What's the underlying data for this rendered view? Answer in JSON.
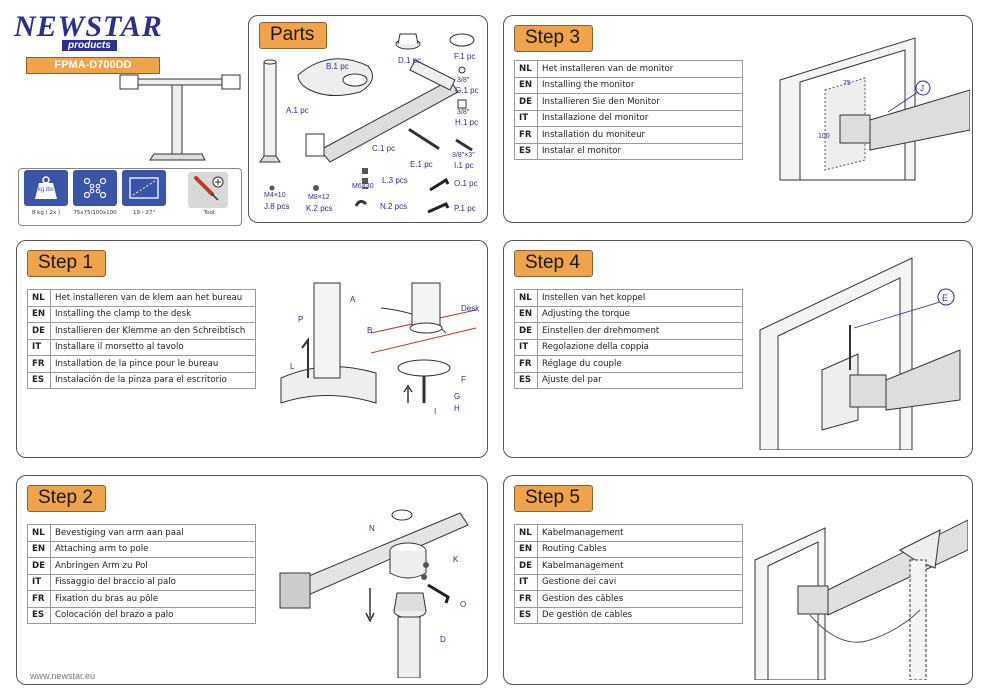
{
  "brand": {
    "name": "NEWSTAR",
    "sub": "products",
    "model": "FPMA-D700DD"
  },
  "specs": [
    {
      "icon": "weight-icon",
      "text": "kg lbs",
      "caption": "8 kg ( 2x )"
    },
    {
      "icon": "vesa-icon",
      "text": "",
      "caption": "75x75/100x100"
    },
    {
      "icon": "screen-size-icon",
      "text": "",
      "caption": "19 - 27\""
    },
    {
      "icon": "tool-icon",
      "text": "",
      "caption": "Tool"
    }
  ],
  "parts": {
    "title": "Parts",
    "items": [
      {
        "label": "A.1 pc"
      },
      {
        "label": "B.1 pc"
      },
      {
        "label": "C.1 pc"
      },
      {
        "label": "D.1 pc"
      },
      {
        "label": "E.1 pc"
      },
      {
        "label": "F.1 pc"
      },
      {
        "label": "G.1 pc",
        "size": "3/8\""
      },
      {
        "label": "H.1 pc",
        "size": "3/8\""
      },
      {
        "label": "I.1 pc",
        "size": "3/8\"×3\""
      },
      {
        "label": "J.8 pcs",
        "size": "M4×10"
      },
      {
        "label": "K.2 pcs",
        "size": "M8×12"
      },
      {
        "label": "L.3 pcs",
        "size": "M6×30"
      },
      {
        "label": "N.2 pcs"
      },
      {
        "label": "O.1 pc"
      },
      {
        "label": "P.1 pc"
      }
    ]
  },
  "steps": [
    {
      "title": "Step 1",
      "rows": [
        {
          "code": "NL",
          "text": "Het installeren van de klem aan het bureau"
        },
        {
          "code": "EN",
          "text": "Installing the clamp to the desk"
        },
        {
          "code": "DE",
          "text": "Installieren der Klemme an den Schreibtisch"
        },
        {
          "code": "IT",
          "text": "Installare il morsetto al tavolo"
        },
        {
          "code": "FR",
          "text": "Installation de la pince pour le bureau"
        },
        {
          "code": "ES",
          "text": "Instalación de la pinza para el escritorio"
        }
      ],
      "callouts": [
        "A",
        "B",
        "P",
        "L",
        "F",
        "G",
        "H",
        "I"
      ],
      "desk": "Desk"
    },
    {
      "title": "Step 2",
      "rows": [
        {
          "code": "NL",
          "text": "Bevestiging van arm aan paal"
        },
        {
          "code": "EN",
          "text": "Attaching arm to pole"
        },
        {
          "code": "DE",
          "text": "Anbringen Arm zu Pol"
        },
        {
          "code": "IT",
          "text": "Fissaggio del braccio al palo"
        },
        {
          "code": "FR",
          "text": "Fixation du bras au pôle"
        },
        {
          "code": "ES",
          "text": "Colocación del brazo a palo"
        }
      ],
      "callouts": [
        "N",
        "K",
        "O",
        "D"
      ]
    },
    {
      "title": "Step 3",
      "rows": [
        {
          "code": "NL",
          "text": "Het installeren van de monitor"
        },
        {
          "code": "EN",
          "text": "Installing the monitor"
        },
        {
          "code": "DE",
          "text": "Installieren Sie den Monitor"
        },
        {
          "code": "IT",
          "text": "Installazione del monitor"
        },
        {
          "code": "FR",
          "text": "Installation du moniteur"
        },
        {
          "code": "ES",
          "text": "Instalar el monitor"
        }
      ],
      "callouts": [
        "J"
      ],
      "dims": [
        "75",
        "100"
      ]
    },
    {
      "title": "Step 4",
      "rows": [
        {
          "code": "NL",
          "text": "Instellen van het koppel"
        },
        {
          "code": "EN",
          "text": "Adjusting the torque"
        },
        {
          "code": "DE",
          "text": "Einstellen der drehmoment"
        },
        {
          "code": "IT",
          "text": "Regolazione della coppia"
        },
        {
          "code": "FR",
          "text": "Réglage du couple"
        },
        {
          "code": "ES",
          "text": "Ajuste del par"
        }
      ],
      "callouts": [
        "E"
      ]
    },
    {
      "title": "Step 5",
      "rows": [
        {
          "code": "NL",
          "text": "Kabelmanagement"
        },
        {
          "code": "EN",
          "text": "Routing Cables"
        },
        {
          "code": "DE",
          "text": "Kabelmanagement"
        },
        {
          "code": "IT",
          "text": "Gestione dei cavi"
        },
        {
          "code": "FR",
          "text": "Gestion des câbles"
        },
        {
          "code": "ES",
          "text": "De gestión de cables"
        }
      ]
    }
  ],
  "footer": "www.newstar.eu",
  "colors": {
    "accent": "#f0a34a",
    "brand": "#2b2f8e",
    "callout": "#2b2f8e",
    "desk_line": "#c0392b"
  }
}
